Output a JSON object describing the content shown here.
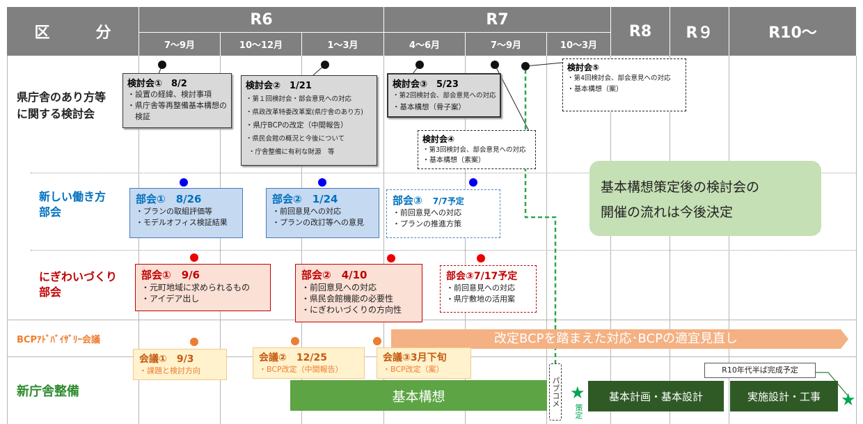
{
  "header": {
    "category": "区　　　分",
    "years": {
      "r6": "R6",
      "r7": "R7",
      "r8": "R8",
      "r9": "R９",
      "r10": "R10～"
    },
    "periods": [
      "7～9月",
      "10～12月",
      "1～3月",
      "4～6月",
      "7～9月",
      "10～3月"
    ]
  },
  "rows": {
    "kentokai": "県庁舎のあり方等\nに関する検討会",
    "hatarakikata": "新しい働き方\n部会",
    "nigiwai": "にぎわいづくり\n部会",
    "bcp": "BCPｱﾄﾞﾊﾞｲｻﾞﾘｰ会議",
    "shinchosha": "新庁舎整備"
  },
  "kentokai_meetings": [
    {
      "title": "検討会①　8/2",
      "items": [
        "・設置の経緯、検討事項",
        "・県庁舎等再整備基本構想の",
        "　検証"
      ]
    },
    {
      "title": "検討会②　1/21",
      "items": [
        "・第１回検討会・部会意見への対応",
        "・県政改革特委改革案(県庁舎のあり方)",
        "・県庁BCPの改定（中間報告）",
        "・県民会館の概況と今後について",
        "・庁舎整備に有利な財源　等"
      ]
    },
    {
      "title": "検討会③　5/23",
      "items": [
        "・第2回検討会、部会意見への対応",
        "・基本構想（骨子案）"
      ]
    },
    {
      "title": "検討会④",
      "items": [
        "・第3回検討会、部会意見への対応",
        "・基本構想（素案）"
      ]
    },
    {
      "title": "検討会⑤",
      "items": [
        "・第4回検討会、部会意見への対応",
        "・基本構想（案）"
      ]
    }
  ],
  "hatarakikata_meetings": [
    {
      "title": "部会①　8/26",
      "items": [
        "・プランの取組評価等",
        "・モデルオフィス検証結果"
      ]
    },
    {
      "title": "部会②　1/24",
      "items": [
        "・前回意見への対応",
        "・プランの改訂等への意見"
      ]
    },
    {
      "title": "部会③",
      "date": "7/7予定",
      "items": [
        "・前回意見への対応",
        "・プランの推進方策"
      ]
    }
  ],
  "nigiwai_meetings": [
    {
      "title": "部会①　9/6",
      "items": [
        "・元町地域に求められるもの",
        "・アイデア出し"
      ]
    },
    {
      "title": "部会②　4/10",
      "items": [
        "・前回意見への対応",
        "・県民会館機能の必要性",
        "・にぎわいづくりの方向性"
      ]
    },
    {
      "title": "部会③7/17予定",
      "items": [
        "・前回意見への対応",
        "・県庁敷地の活用案"
      ]
    }
  ],
  "bcp_meetings": [
    {
      "title": "会議①　9/3",
      "items": [
        "・課題と検討方向"
      ]
    },
    {
      "title": "会議②　12/25",
      "items": [
        "・BCP改定（中間報告）"
      ]
    },
    {
      "title": "会議③3月下旬",
      "items": [
        "・BCP改定（案）"
      ]
    }
  ],
  "bcp_arrow": "改定BCPを踏まえた対応･BCPの適宜見直し",
  "note": [
    "基本構想策定後の検討会の",
    "開催の流れは今後決定"
  ],
  "phases": {
    "kihon_koso": "基本構想",
    "pubcom": "パブコメ",
    "sakutei": "策定",
    "kihon_keikaku": "基本計画・基本設計",
    "jisshi": "実施設計・工事"
  },
  "completion": "R10年代半ば完成予定",
  "colors": {
    "header": "#808080",
    "blue": "#0070c0",
    "red": "#c00000",
    "orange": "#ed7d31",
    "green": "#5da444",
    "darkgreen": "#2f5a26"
  }
}
